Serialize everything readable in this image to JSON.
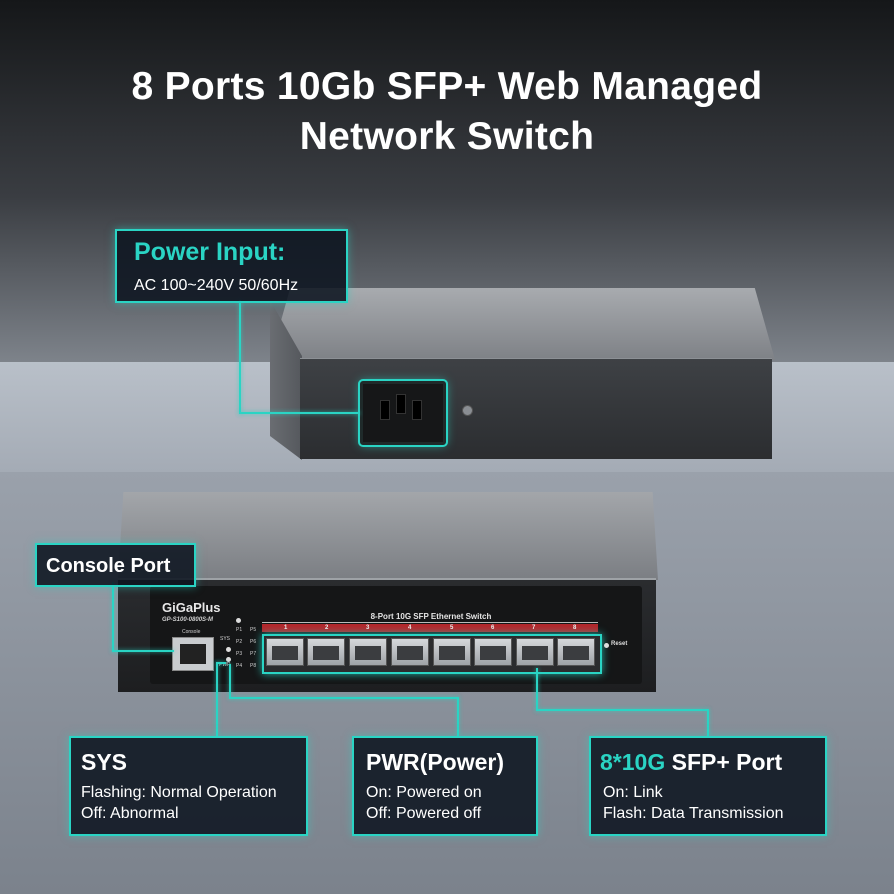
{
  "title_line1": "8 Ports 10Gb SFP+ Web Managed",
  "title_line2": "Network Switch",
  "power": {
    "heading": "Power Input:",
    "detail": "AC 100~240V 50/60Hz"
  },
  "console": {
    "heading": "Console Port"
  },
  "sys": {
    "heading": "SYS",
    "line1": "Flashing: Normal Operation",
    "line2": "Off: Abnormal"
  },
  "pwr": {
    "heading": "PWR(Power)",
    "line1": "On: Powered on",
    "line2": "Off: Powered off"
  },
  "sfp": {
    "heading_accent": "8*10G",
    "heading_rest": " SFP+ Port",
    "line1": "On: Link",
    "line2": "Flash: Data Transmission"
  },
  "device": {
    "brand": "GiGaPlus",
    "model": "GP-S100-0800S-M",
    "console_label": "Console",
    "strip_title": "8-Port 10G SFP Ethernet Switch",
    "reset_label": "Reset",
    "led_sys": "SYS",
    "led_pwr": "PWR",
    "led_ports_left": [
      "P1",
      "P2",
      "P3",
      "P4"
    ],
    "led_ports_right": [
      "P5",
      "P6",
      "P7",
      "P8"
    ],
    "port_numbers": [
      "1",
      "2",
      "3",
      "4",
      "5",
      "6",
      "7",
      "8"
    ]
  },
  "colors": {
    "accent": "#2ad4c4",
    "box_background": "#0c1420",
    "port_strip": "#b3262b"
  }
}
